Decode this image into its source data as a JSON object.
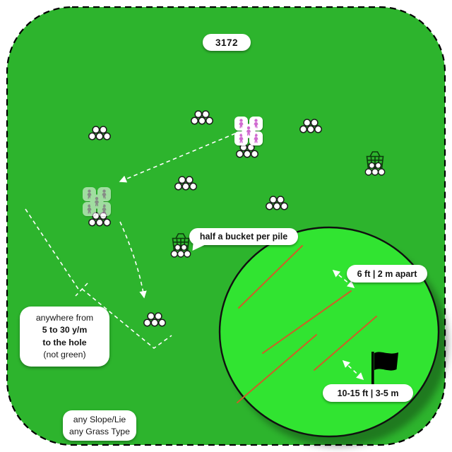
{
  "badge": {
    "number": "3172"
  },
  "labels": {
    "bucket_note": "half a bucket per pile",
    "pile_spacing": "6 ft | 2 m apart",
    "hole_distance": "10-15 ft | 3-5 m",
    "start_zone": {
      "line1": "anywhere from",
      "line2": "5 to 30 y/m",
      "line3": "to the hole",
      "line4": "(not green)"
    },
    "conditions": {
      "line1": "any Slope/Lie",
      "line2": "any Grass Type"
    }
  },
  "colors": {
    "field_green": "#2db42d",
    "putting_green": "#31e431",
    "mow_line_orange": "#cc5f28",
    "player_pink": "#d06ad0",
    "flag_black": "#000000",
    "label_bg": "#ffffff",
    "arrow_white": "#ffffff",
    "border_black": "#000000"
  },
  "icons": {
    "ball_pile": "golf-ball-pile",
    "bucket": "ball-basket",
    "player_cluster": "player-tile-pile",
    "flag": "black-flagstick",
    "green": "putting-green-ellipse"
  },
  "counts": {
    "ball_piles": 8,
    "balls_per_pile": 5,
    "buckets": 2,
    "player_clusters": 2,
    "tiles_per_cluster": 5,
    "mow_lines": 4
  }
}
